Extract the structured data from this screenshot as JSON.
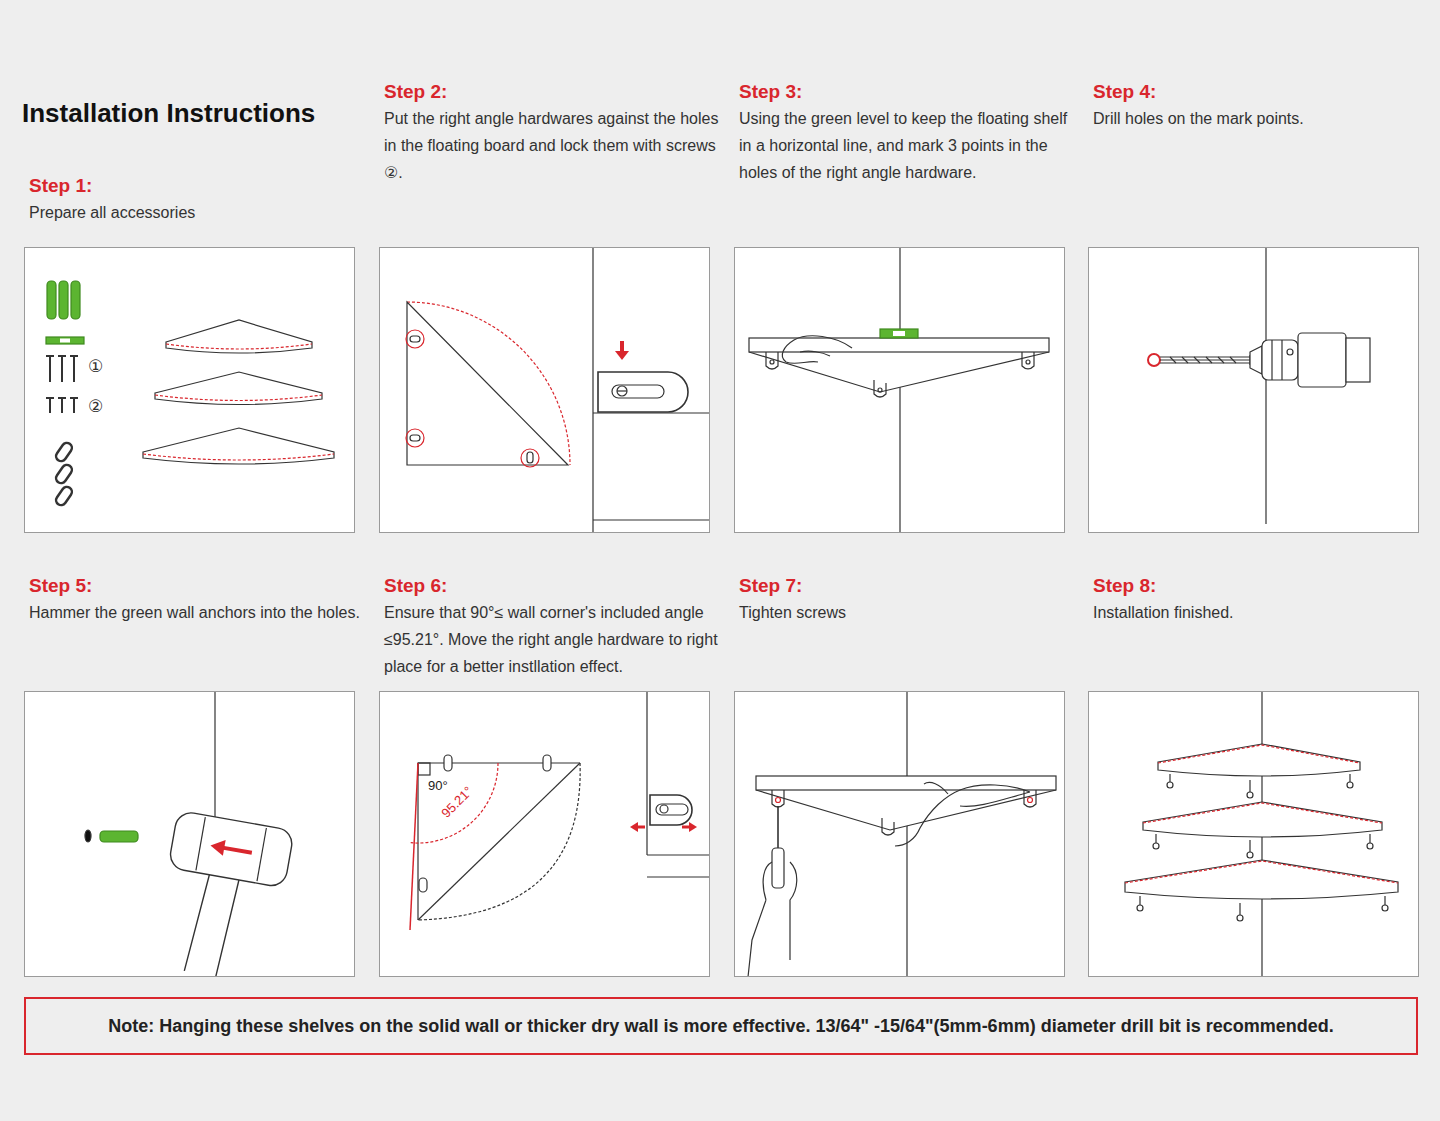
{
  "diagram": {
    "title": "Installation Instructions",
    "nodes": [
      {
        "text": [
          "Step 1:",
          "Prepare all accessories"
        ]
      },
      {
        "text": [
          "Step 2:",
          "Put the right angle hardwares against the holes in the floating board and lock them with screws ②."
        ]
      },
      {
        "text": [
          "Step 3:",
          "Using the green level to keep the floating shelf in a horizontal line, and mark 3 points in the holes of the right angle hardware."
        ]
      },
      {
        "text": [
          "Step 4:",
          "Drill holes on the mark points."
        ]
      },
      {
        "text": [
          "Step 5:",
          "Hammer the green wall anchors into the holes."
        ]
      },
      {
        "text": [
          "Step 6:",
          "Ensure that 90°≤ wall corner's included angle ≤95.21°. Move the right angle hardware to right place for a better instllation effect."
        ]
      },
      {
        "text": [
          "Step 7:",
          "Tighten screws"
        ]
      },
      {
        "text": [
          "Step 8:",
          "Installation finished."
        ]
      },
      {
        "text": [
          "Note: Hanging these shelves on the solid wall or thicker dry wall is more effective. 13/64\" -15/64\"(5mm-6mm) diameter drill bit is recommended."
        ]
      }
    ],
    "labels": [
      "①",
      "②",
      "90°",
      "95.21°"
    ]
  }
}
